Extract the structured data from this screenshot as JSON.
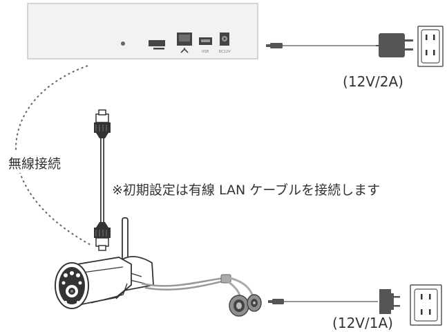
{
  "nvr": {
    "port_usb": "USB",
    "port_dc": "DC12V"
  },
  "labels": {
    "wireless": "無線接続",
    "note": "※初期設定は有線 LAN ケーブルを接続します",
    "power_nvr": "(12V/2A)",
    "power_camera": "(12V/1A)"
  },
  "colors": {
    "device_fill": "#f2f2f2",
    "line": "#555555",
    "text": "#333333",
    "adapter": "#555555"
  }
}
